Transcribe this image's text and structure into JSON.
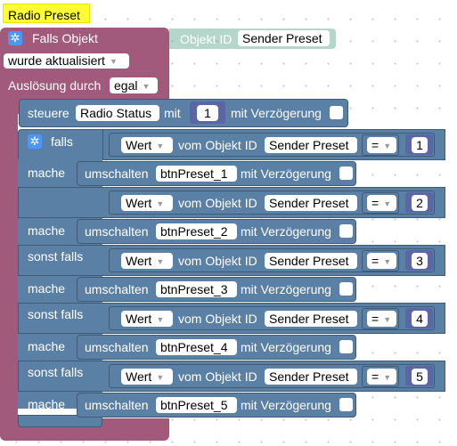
{
  "comment_label": "Radio Preset",
  "trigger": {
    "title": "Falls Objekt",
    "event_value": "wurde aktualisiert",
    "trigger_by_label": "Auslösung durch",
    "trigger_by_value": "egal",
    "object_id_label": "Objekt ID",
    "object_id_value": "Sender Preset"
  },
  "control": {
    "label": "steuere",
    "target": "Radio Status",
    "with_label": "mit",
    "value": "1",
    "delay_label": "mit Verzögerung"
  },
  "if_block": {
    "falls_label": "falls",
    "sonst_falls_label": "sonst falls",
    "mache_label": "mache",
    "compare_value_dd": "Wert",
    "compare_object_label": "vom Objekt ID",
    "compare_object": "Sender Preset",
    "operator": "=",
    "action_label": "umschalten",
    "delay_label": "mit Verzögerung",
    "branches": [
      {
        "number": "1",
        "button": "btnPreset_1"
      },
      {
        "number": "2",
        "button": "btnPreset_2"
      },
      {
        "number": "3",
        "button": "btnPreset_3"
      },
      {
        "number": "4",
        "button": "btnPreset_4"
      },
      {
        "number": "5",
        "button": "btnPreset_5"
      }
    ]
  },
  "colors": {
    "trigger_block": "#a15a7c",
    "logic_block": "#5b80a5",
    "object_block": "#5ba58c",
    "number_block": "#5b67a5",
    "comment": "#ffff33"
  }
}
